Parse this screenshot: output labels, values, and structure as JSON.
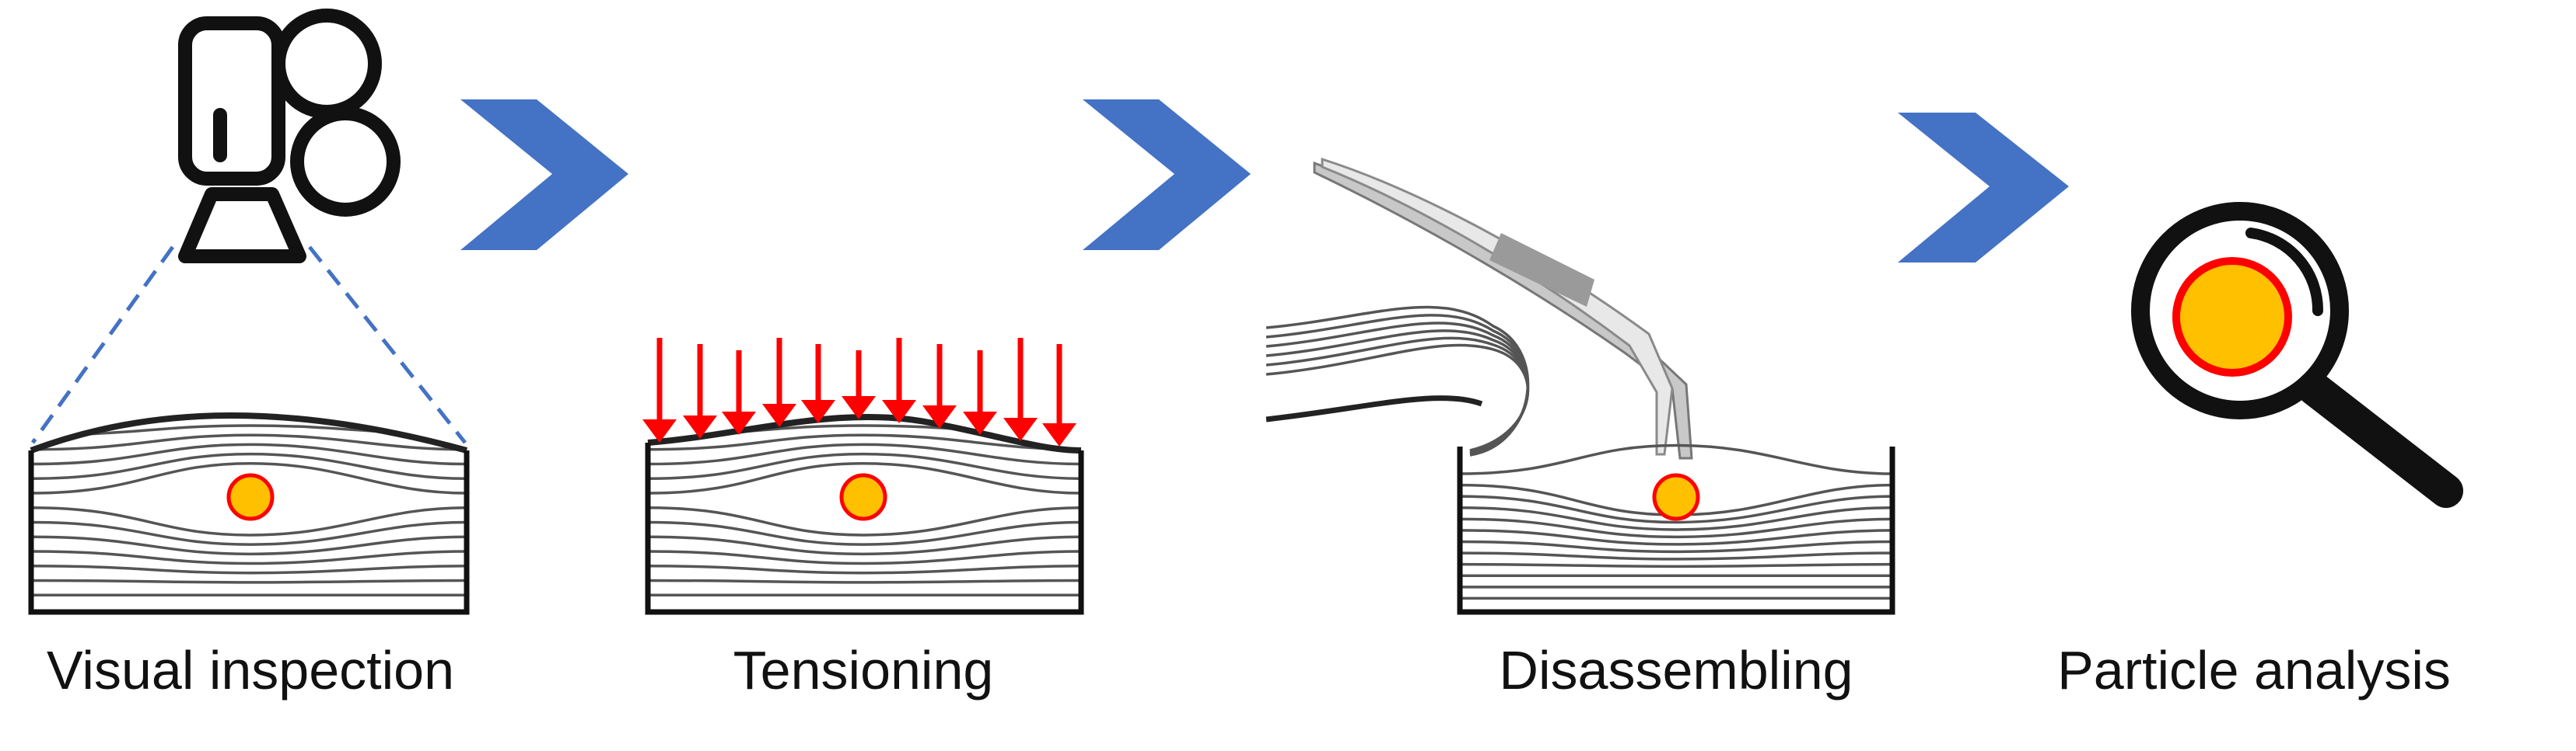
{
  "steps": [
    {
      "id": "visual-inspection",
      "label": "Visual inspection",
      "icon": "camera-icon"
    },
    {
      "id": "tensioning",
      "label": "Tensioning",
      "icon": "pressure-arrows-icon"
    },
    {
      "id": "disassembling",
      "label": "Disassembling",
      "icon": "tweezers-icon"
    },
    {
      "id": "particle-analysis",
      "label": "Particle analysis",
      "icon": "magnifier-icon"
    }
  ],
  "colors": {
    "arrow": "#4472c4",
    "lines": "#555555",
    "outline": "#111111",
    "particle_fill": "#ffc000",
    "particle_stroke": "#ff0000",
    "force_arrows": "#ff0000",
    "dash": "#4472c4"
  }
}
